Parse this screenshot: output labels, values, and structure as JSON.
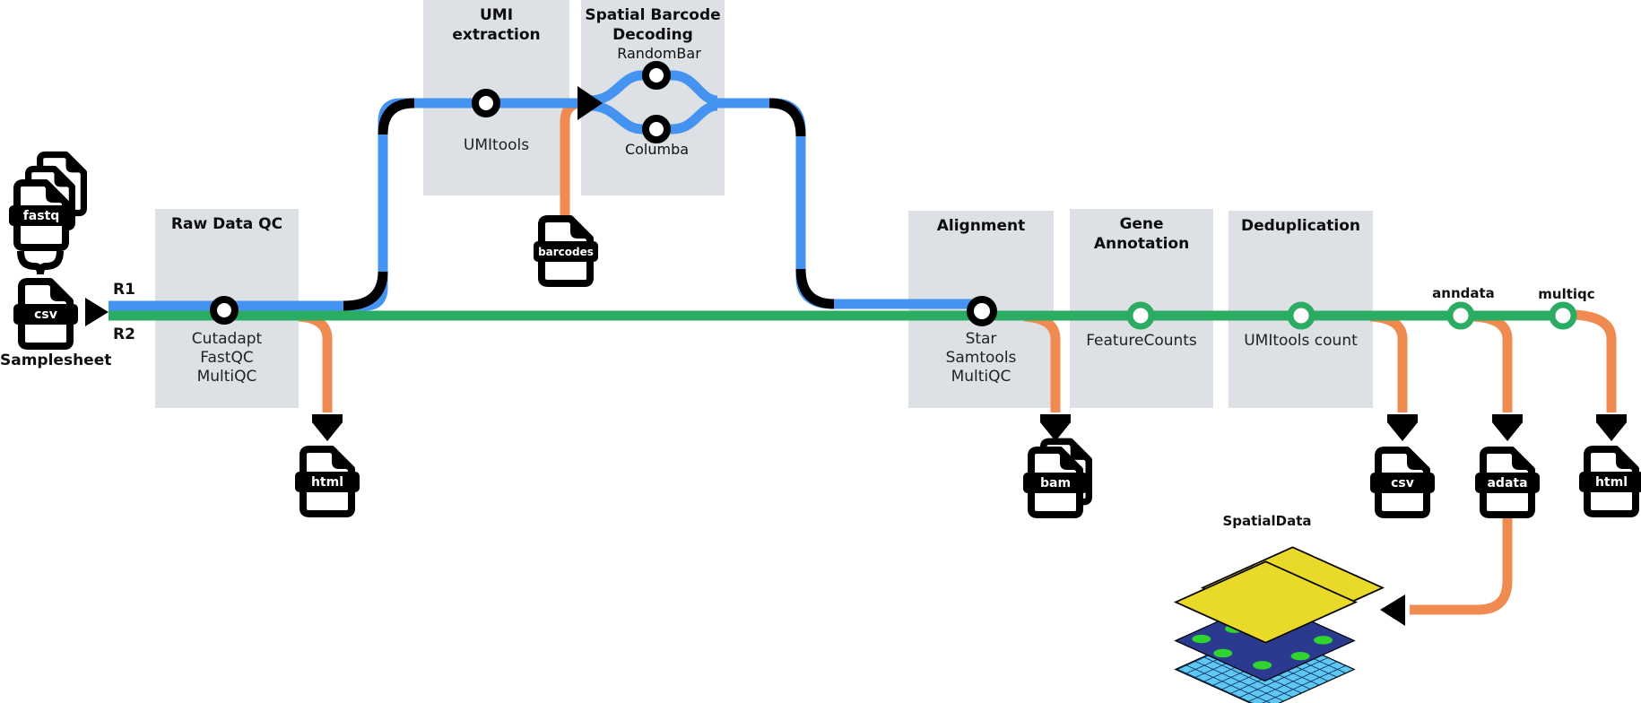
{
  "pipeline": {
    "inputs": {
      "fastq_stack_label": "fastq",
      "samplesheet_file_label": "csv",
      "samplesheet_caption": "Samplesheet",
      "read1_label": "R1",
      "read2_label": "R2",
      "barcodes_file_label": "barcodes"
    },
    "stages": [
      {
        "title_lines": [
          "Raw Data QC"
        ],
        "tools": [
          "Cutadapt",
          "FastQC",
          "MultiQC"
        ]
      },
      {
        "title_lines": [
          "UMI",
          "extraction"
        ],
        "tools": [
          "UMItools"
        ]
      },
      {
        "title_lines": [
          "Spatial Barcode",
          "Decoding"
        ],
        "tools": [],
        "branch_nodes": [
          "RandomBar",
          "Columba"
        ]
      },
      {
        "title_lines": [
          "Alignment"
        ],
        "tools": [
          "Star",
          "Samtools",
          "MultiQC"
        ]
      },
      {
        "title_lines": [
          "Gene Annotation"
        ],
        "tools": [
          "FeatureCounts"
        ]
      },
      {
        "title_lines": [
          "Deduplication"
        ],
        "tools": [
          "UMItools count"
        ]
      }
    ],
    "terminal_nodes": {
      "anndata_label": "anndata",
      "multiqc_label": "multiqc"
    },
    "outputs": {
      "rawqc_html_label": "html",
      "bam_label": "bam",
      "csv_label": "csv",
      "adata_label": "adata",
      "report_html_label": "html",
      "spatialdata_caption": "SpatialData"
    },
    "colors": {
      "read1_blue": "#4493f0",
      "read2_green": "#2bac63",
      "output_orange": "#ef8b51",
      "stage_box_gray": "#dde0e4",
      "line_black": "#000000",
      "spatial_yellow": "#e9d929",
      "spatial_navy": "#2b3a8f",
      "spatial_cyan": "#5ec8f2",
      "spatial_dot_green": "#2fd42f"
    }
  }
}
